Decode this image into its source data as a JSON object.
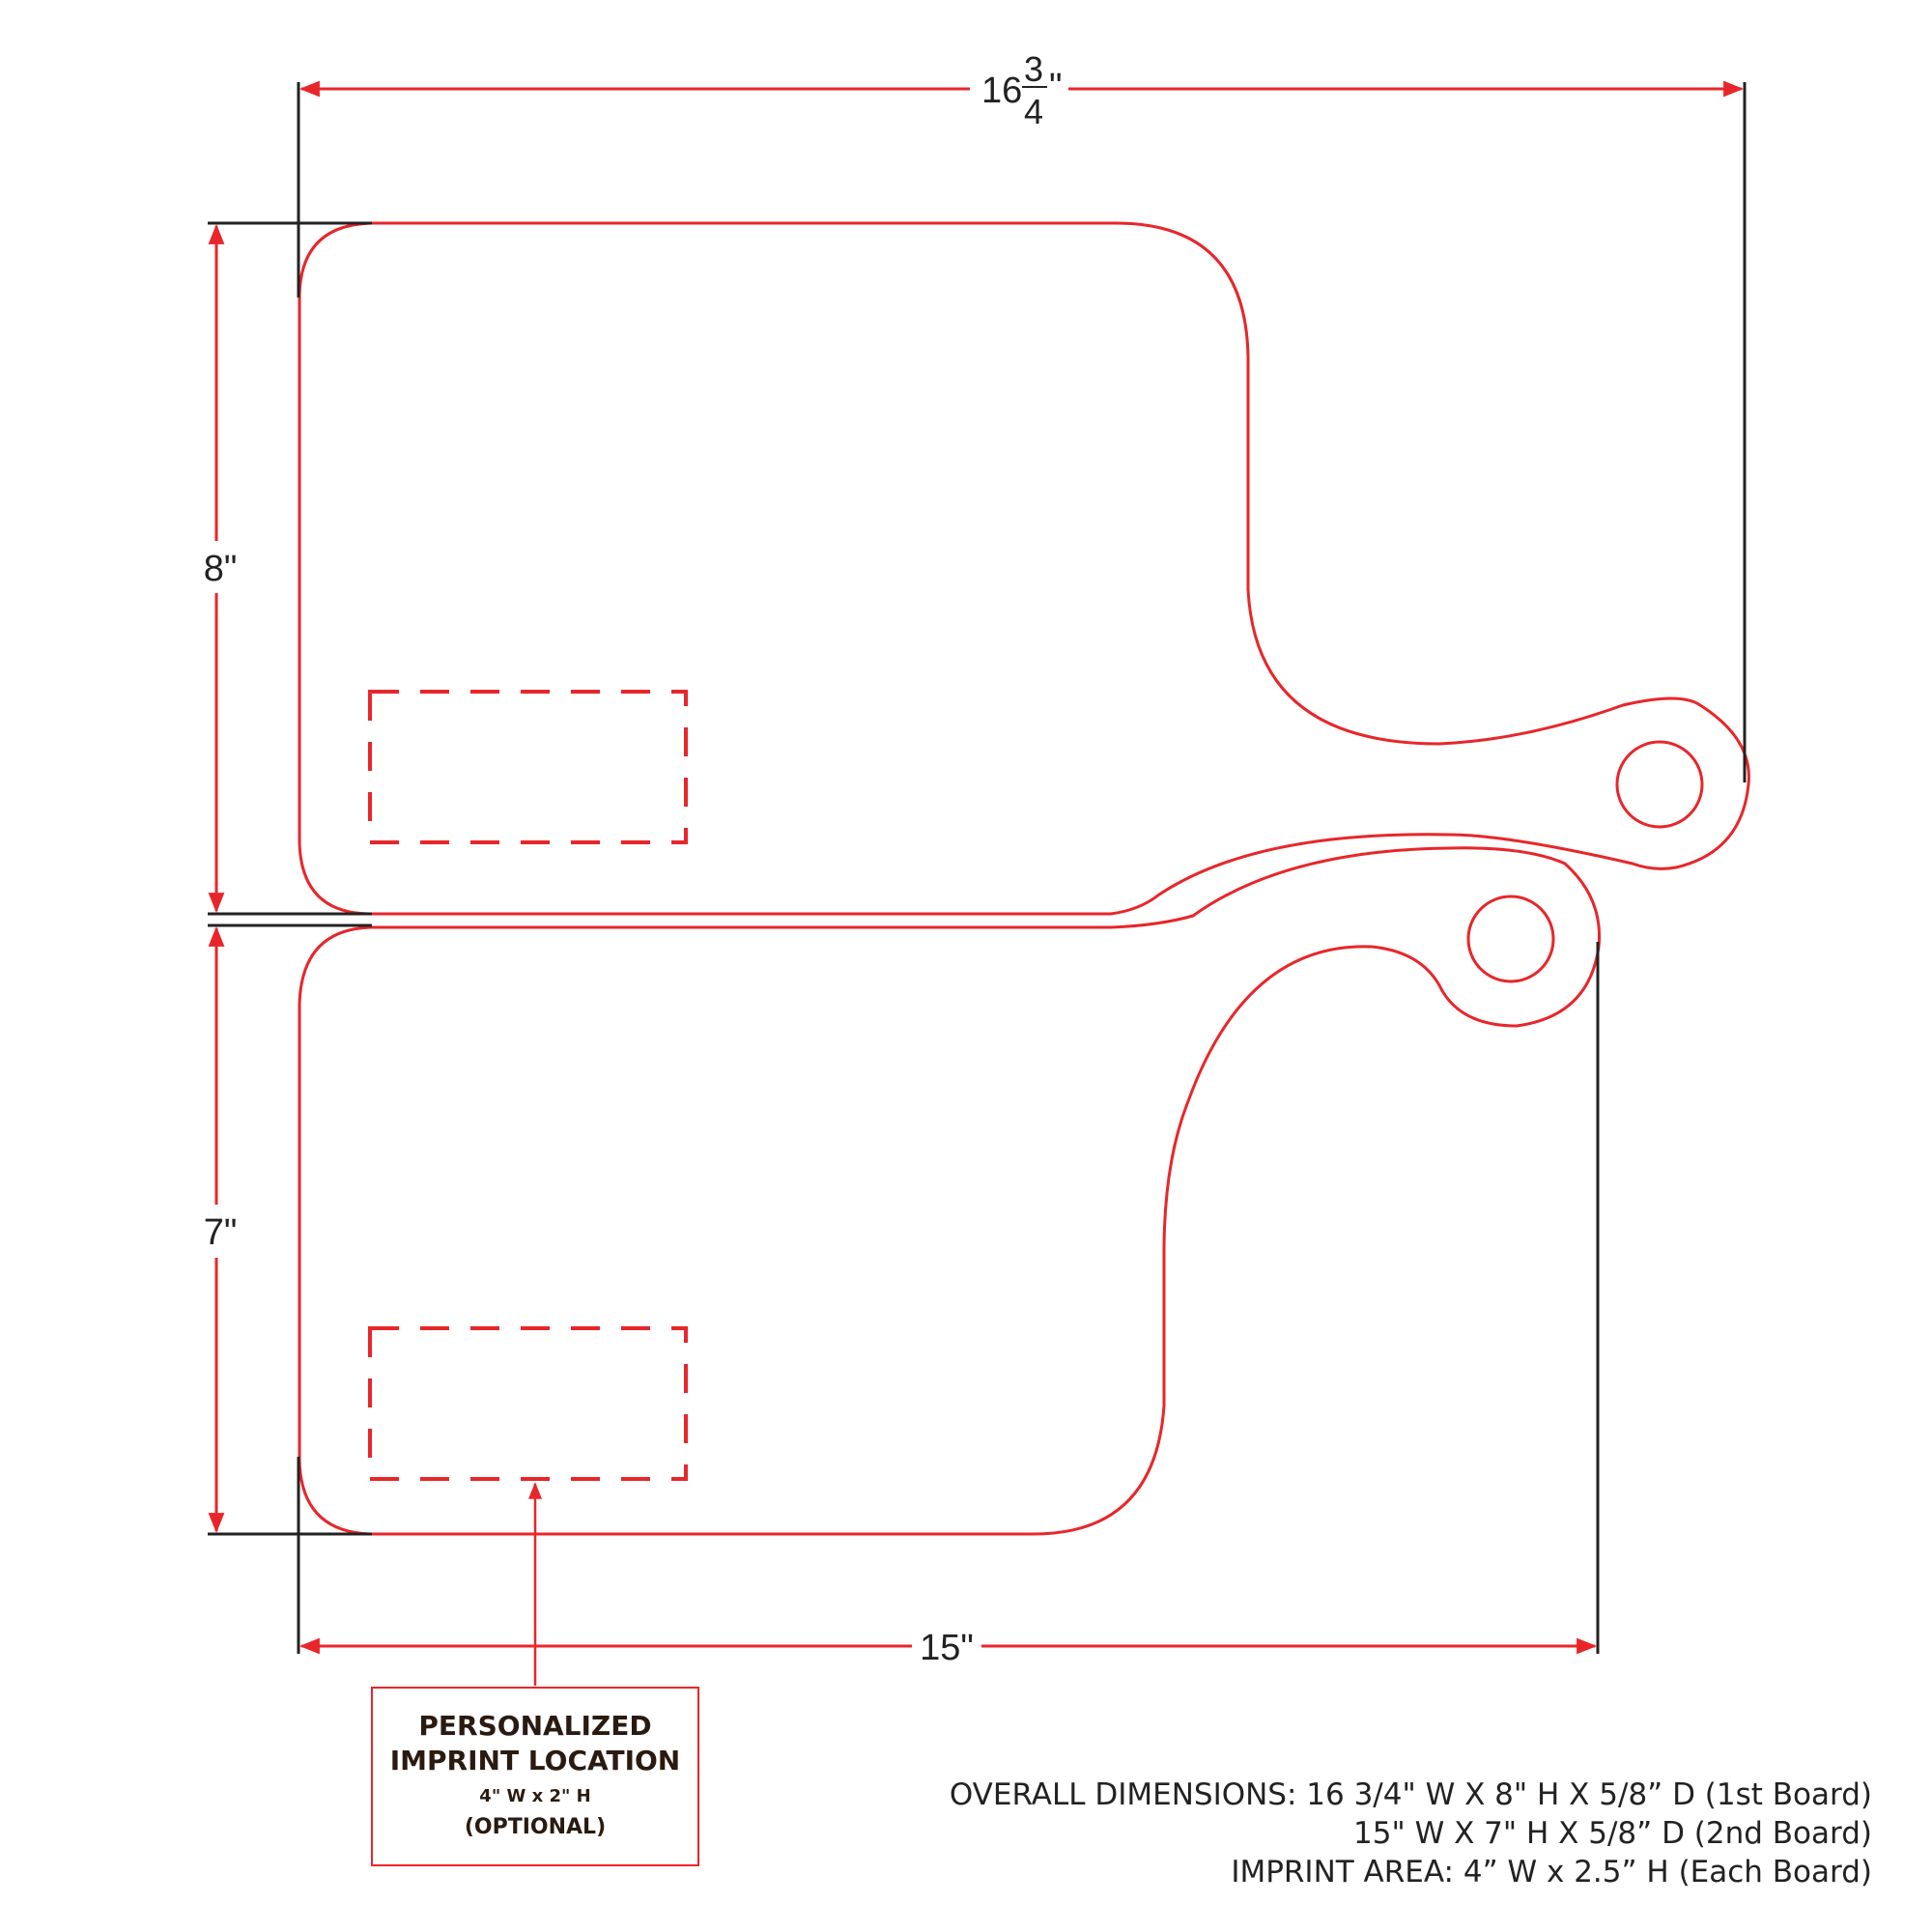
{
  "dimensions": {
    "top_width": {
      "whole": "16",
      "numerator": "3",
      "denominator": "4",
      "unit": "\""
    },
    "board1_height": "8\"",
    "board2_height": "7\"",
    "bottom_width": "15\""
  },
  "callout": {
    "line1": "PERSONALIZED",
    "line2": "IMPRINT LOCATION",
    "size": "4\" W x 2\" H",
    "note": "(OPTIONAL)"
  },
  "specs": {
    "line1": "OVERALL DIMENSIONS: 16 3/4\" W X 8\" H X 5/8” D (1st Board)",
    "line2": "15\" W X 7\" H X 5/8” D (2nd Board)",
    "line3": "IMPRINT AREA: 4” W x 2.5” H (Each Board)"
  },
  "colors": {
    "outline": "#e8262a",
    "dimension_line": "#e8262a",
    "extension_line": "#222222",
    "text": "#222222"
  }
}
